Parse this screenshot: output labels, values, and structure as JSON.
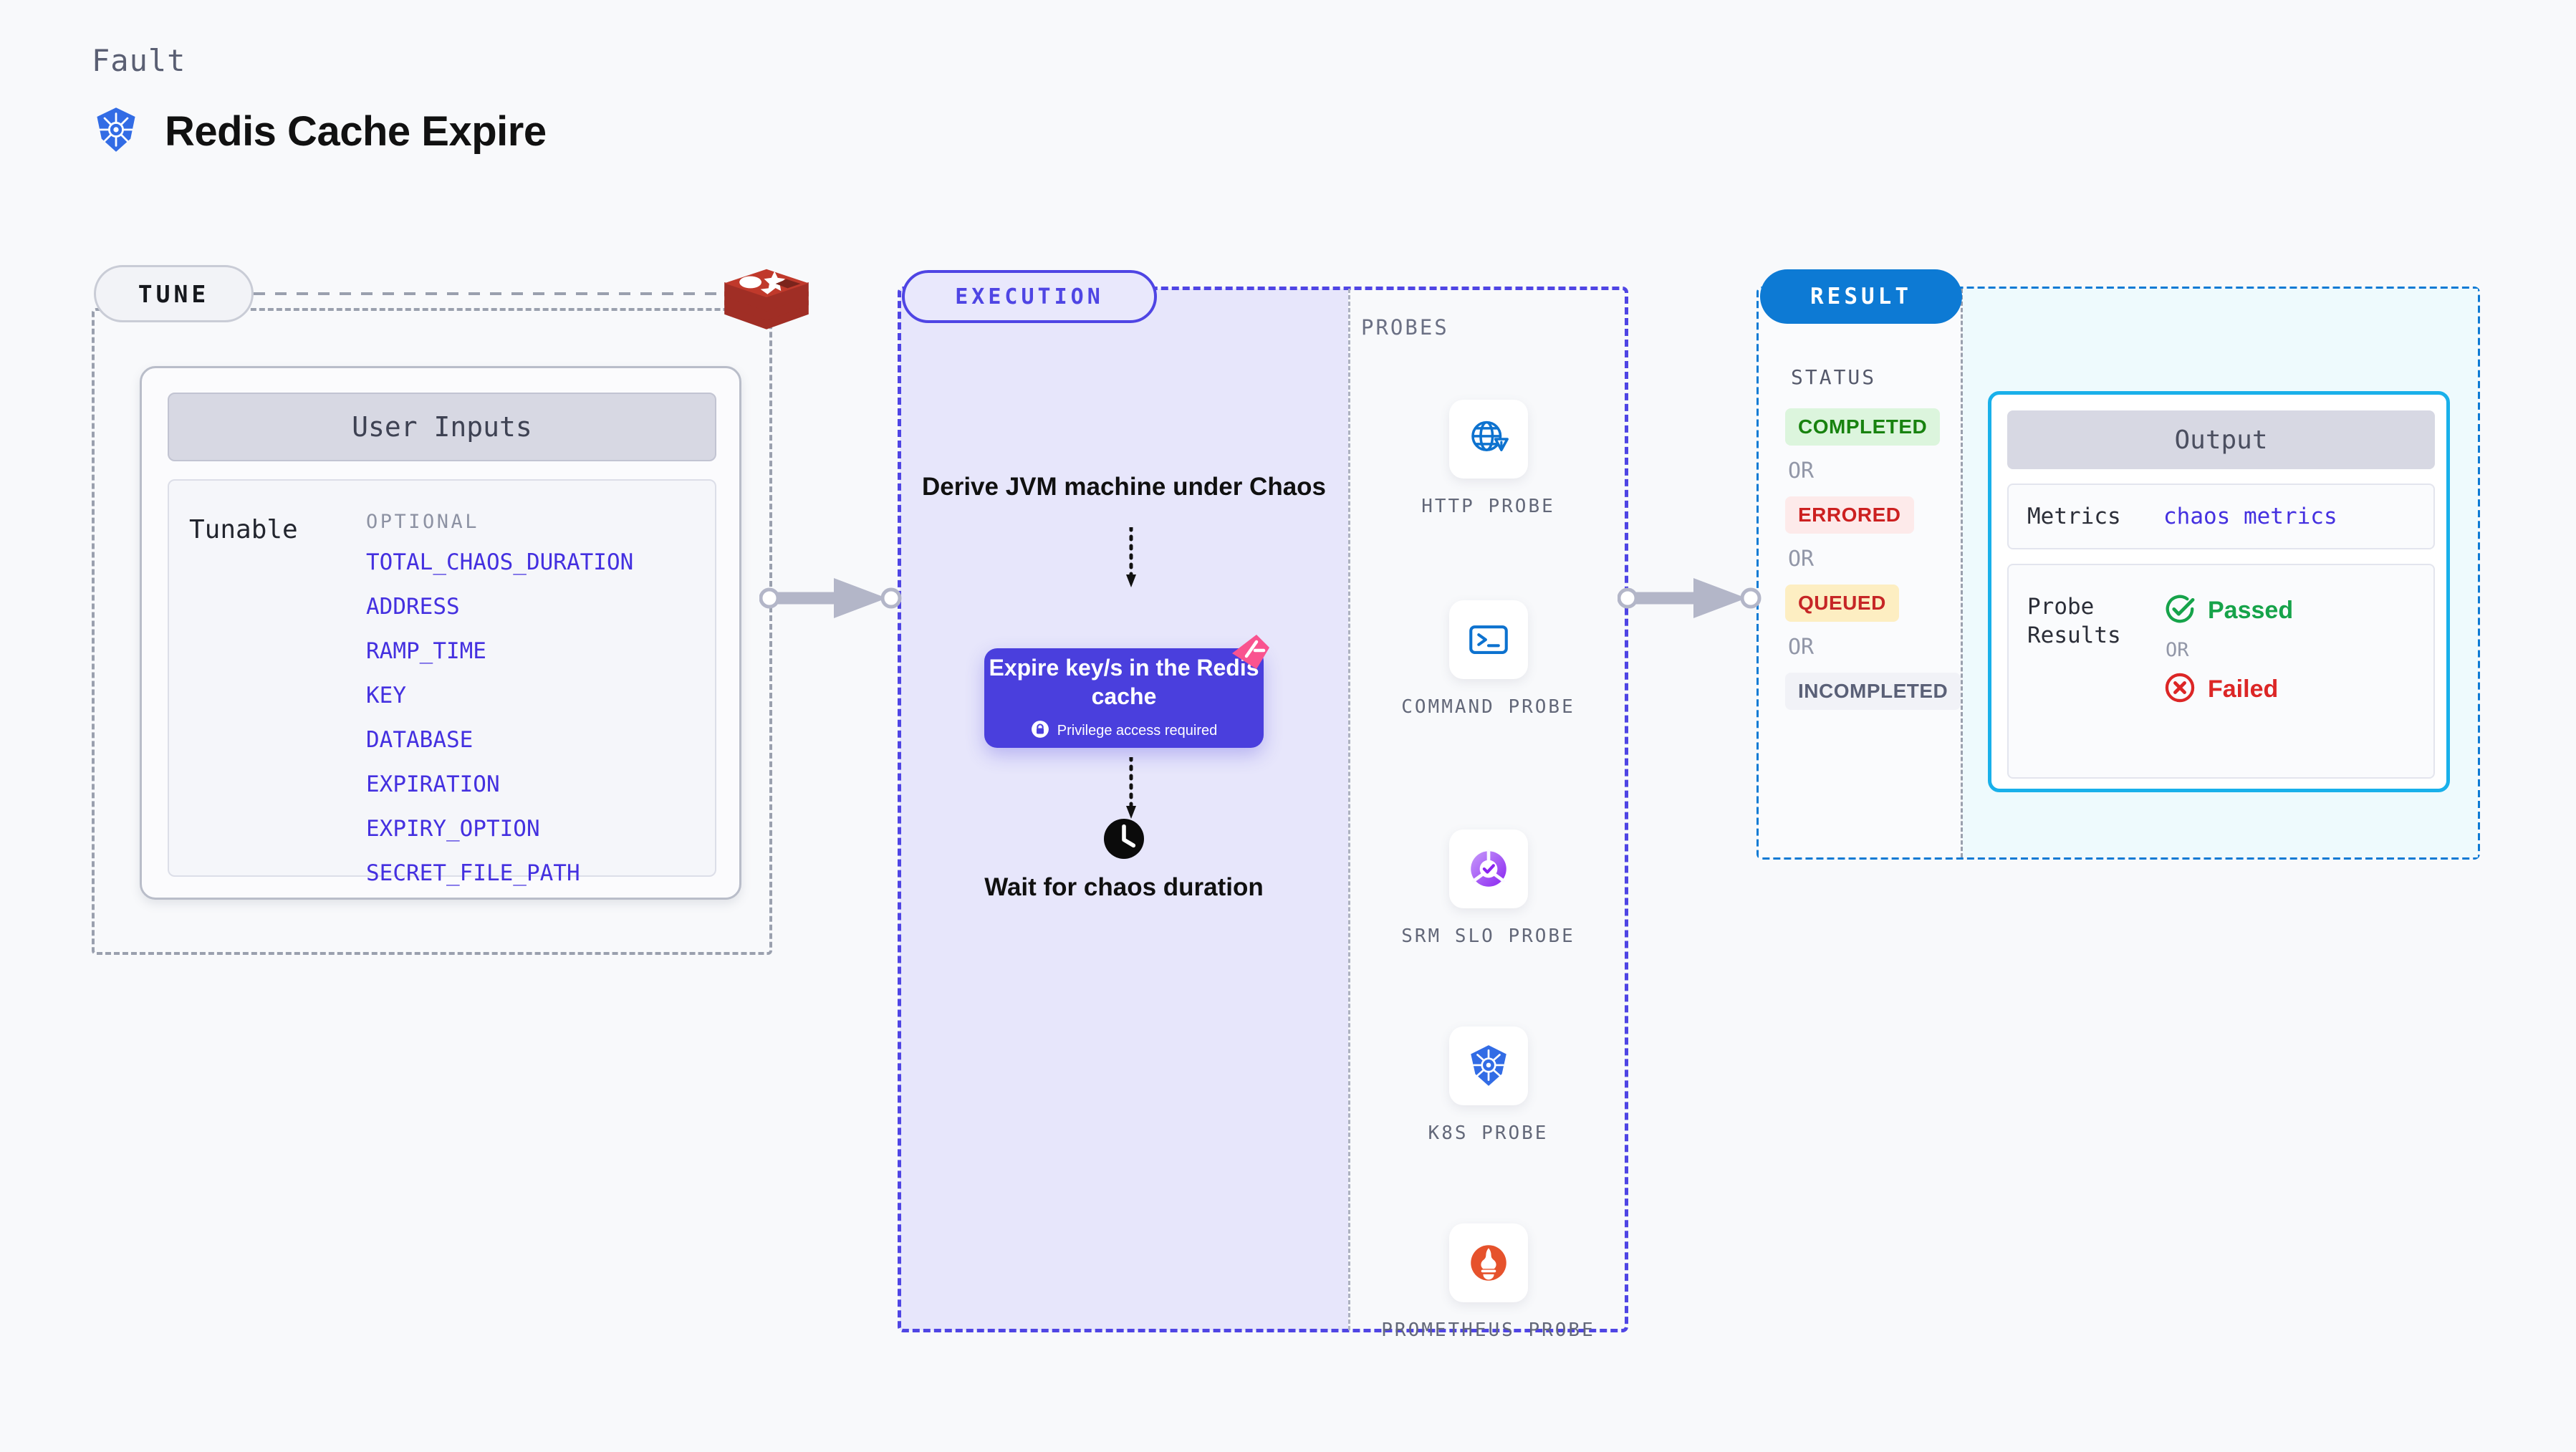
{
  "header": {
    "eyebrow": "Fault",
    "title": "Redis Cache Expire",
    "icon": "kubernetes-icon"
  },
  "colors": {
    "accent_purple": "#4430e0",
    "execution_border": "#4f45e4",
    "result_blue": "#0d7ad4",
    "output_border": "#19b0ea",
    "fault_card": "#4a3fdd",
    "corner_badge_pink": "#f9538f",
    "redis_red": "#b3362c",
    "passed_green": "#16a34a",
    "failed_red": "#dc2626"
  },
  "tune": {
    "pill_label": "TUNE",
    "card_header": "User Inputs",
    "tunable_label": "Tunable",
    "optional_label": "OPTIONAL",
    "parameters": [
      "TOTAL_CHAOS_DURATION",
      "ADDRESS",
      "RAMP_TIME",
      "KEY",
      "DATABASE",
      "EXPIRATION",
      "EXPIRY_OPTION",
      "SECRET_FILE_PATH"
    ],
    "logo_icon": "redis-logo-icon"
  },
  "execution": {
    "pill_label": "EXECUTION",
    "step_derive": "Derive JVM machine under Chaos",
    "fault_card": {
      "title": "Expire key/s in the Redis cache",
      "privilege_note": "Privilege access required",
      "lock_icon": "lock-icon",
      "corner_badge_icon": "chaos-badge-icon"
    },
    "step_wait": "Wait for chaos duration",
    "clock_icon": "clock-icon"
  },
  "probes": {
    "section_label": "PROBES",
    "items": [
      {
        "label": "HTTP PROBE",
        "icon": "globe-warning-icon"
      },
      {
        "label": "COMMAND PROBE",
        "icon": "terminal-icon"
      },
      {
        "label": "SRM SLO PROBE",
        "icon": "slo-check-icon"
      },
      {
        "label": "K8S PROBE",
        "icon": "kubernetes-icon"
      },
      {
        "label": "PROMETHEUS PROBE",
        "icon": "prometheus-icon"
      }
    ]
  },
  "result": {
    "pill_label": "RESULT",
    "status_label": "STATUS",
    "or_label": "OR",
    "statuses": [
      {
        "label": "COMPLETED",
        "bg": "#dcf5dd",
        "fg": "#18820f"
      },
      {
        "label": "ERRORED",
        "bg": "#fdeaea",
        "fg": "#cc2020"
      },
      {
        "label": "QUEUED",
        "bg": "#fdeec2",
        "fg": "#c62626"
      },
      {
        "label": "INCOMPLETED",
        "bg": "#f1f2f7",
        "fg": "#5a6077"
      }
    ],
    "output": {
      "header": "Output",
      "metrics_key": "Metrics",
      "metrics_value": "chaos metrics",
      "probe_results_key": "Probe Results",
      "passed_label": "Passed",
      "failed_label": "Failed",
      "or_label": "OR",
      "passed_icon": "check-circle-icon",
      "failed_icon": "x-circle-icon"
    }
  }
}
